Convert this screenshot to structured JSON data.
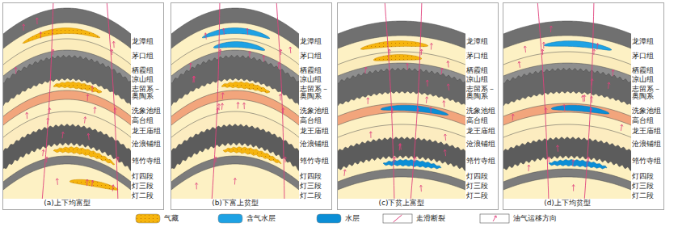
{
  "diagram": {
    "nodes": [
      {
        "text": [
          "龙潭组",
          "茅口组",
          "栖霞组",
          "凉山组",
          "志留系－ 奥陶系",
          "洗象池组",
          "高台组",
          "龙王庙组",
          "沧浪铺组",
          "筇竹寺组",
          "灯四段",
          "灯三段",
          "灯二段",
          "(a)上下均富型"
        ]
      },
      {
        "text": [
          "龙潭组",
          "茅口组",
          "栖霞组",
          "凉山组",
          "志留系－ 奥陶系",
          "洗象池组",
          "高台组",
          "龙王庙组",
          "沧浪铺组",
          "筇竹寺组",
          "灯四段",
          "灯三段",
          "灯二段",
          "(b)下富上贫型"
        ]
      },
      {
        "text": [
          "龙潭组",
          "茅口组",
          "栖霞组",
          "凉山组",
          "志留系－ 奥陶系",
          "洗象池组",
          "高台组",
          "龙王庙组",
          "沧浪铺组",
          "筇竹寺组",
          "灯四段",
          "灯三段",
          "灯二段",
          "(c)下贫上富型"
        ]
      },
      {
        "text": [
          "龙潭组",
          "茅口组",
          "栖霞组",
          "凉山组",
          "志留系－ 奥陶系",
          "洗象池组",
          "高台组",
          "龙王庙组",
          "沧浪铺组",
          "筇竹寺组",
          "灯四段",
          "灯三段",
          "灯二段",
          "(d)上下均贫型"
        ]
      }
    ],
    "legend": [
      {
        "text": "气藏",
        "color": "#f6b50e"
      },
      {
        "text": "含气水层",
        "color": "#1ea2e4"
      },
      {
        "text": "水层",
        "color": "#0b8ed6"
      },
      {
        "text": "走滑断裂"
      },
      {
        "text": "油气运移方向"
      }
    ]
  }
}
